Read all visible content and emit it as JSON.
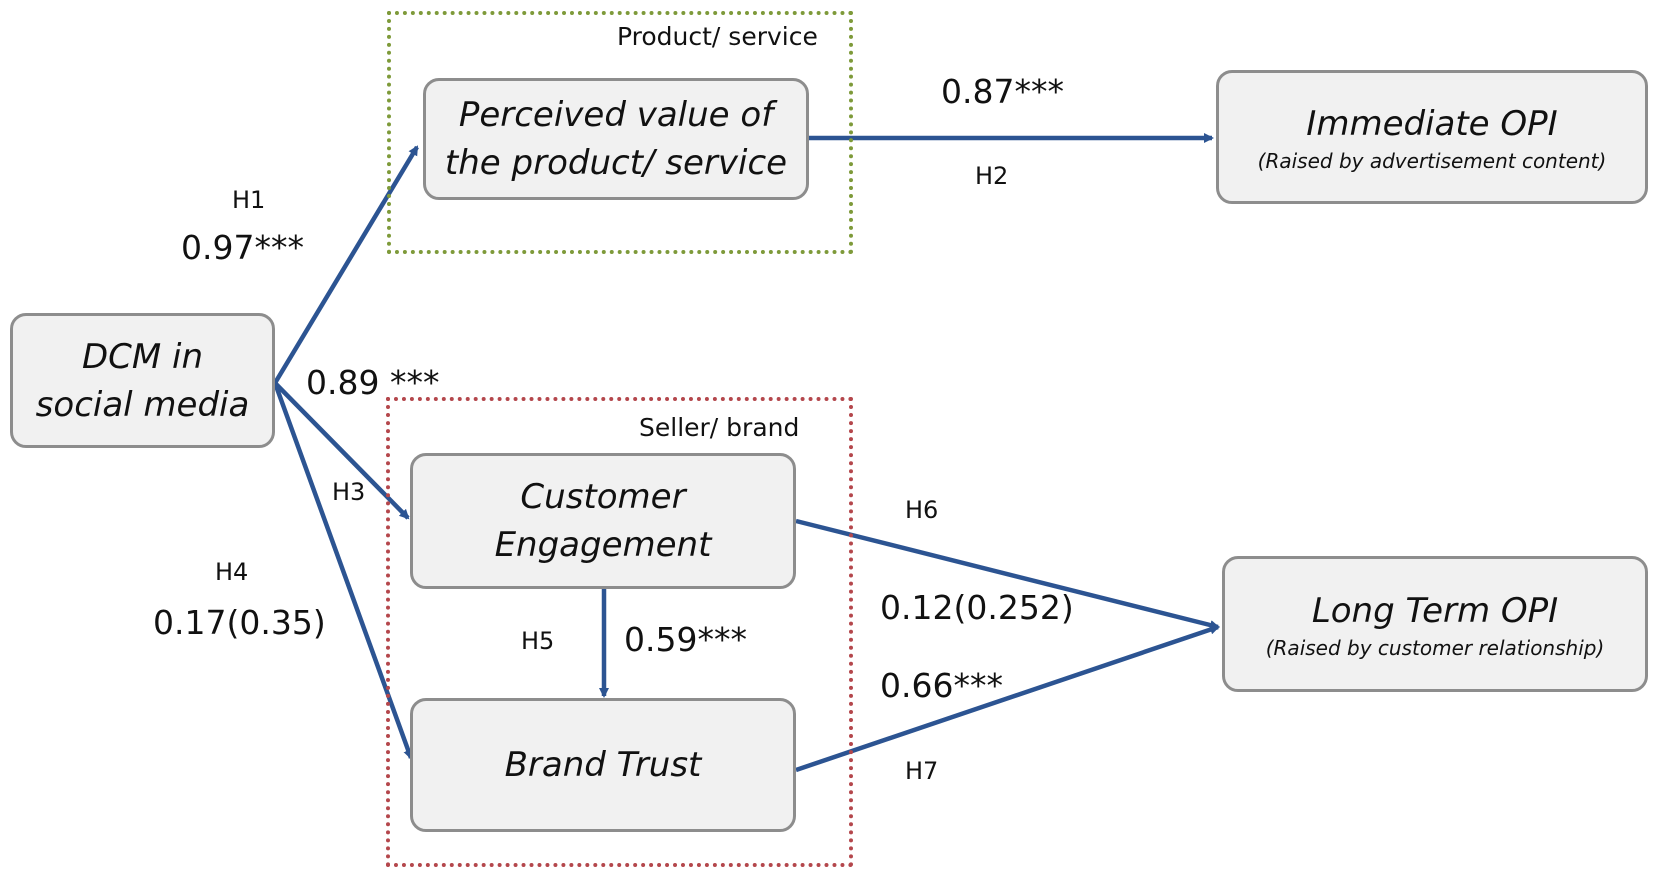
{
  "groups": {
    "product": {
      "label": "Product/ service",
      "color": "#7e9a3a"
    },
    "seller": {
      "label": "Seller/ brand",
      "color": "#b4474c"
    }
  },
  "nodes": {
    "dcm": {
      "line1": "DCM in",
      "line2": "social media"
    },
    "perceived": {
      "line1": "Perceived value of",
      "line2": "the product/ service"
    },
    "immediate": {
      "title": "Immediate OPI",
      "subtitle": "(Raised by advertisement content)"
    },
    "engagement": {
      "line1": "Customer",
      "line2": "Engagement"
    },
    "trust": {
      "title": "Brand Trust"
    },
    "longterm": {
      "title": "Long Term OPI",
      "subtitle": "(Raised by customer relationship)"
    }
  },
  "paths": {
    "h1": {
      "hypothesis": "H1",
      "coefficient": "0.97***"
    },
    "h2": {
      "hypothesis": "H2",
      "coefficient": "0.87***"
    },
    "h3": {
      "hypothesis": "H3",
      "coefficient": "0.89 ***"
    },
    "h4": {
      "hypothesis": "H4",
      "coefficient": "0.17(0.35)"
    },
    "h5": {
      "hypothesis": "H5",
      "coefficient": "0.59***"
    },
    "h6": {
      "hypothesis": "H6",
      "coefficient": "0.12(0.252)"
    },
    "h7": {
      "hypothesis": "H7",
      "coefficient": "0.66***"
    }
  },
  "colors": {
    "arrow": "#2c5492",
    "node_fill": "#f1f1f1",
    "node_border": "#8d8d8d"
  }
}
